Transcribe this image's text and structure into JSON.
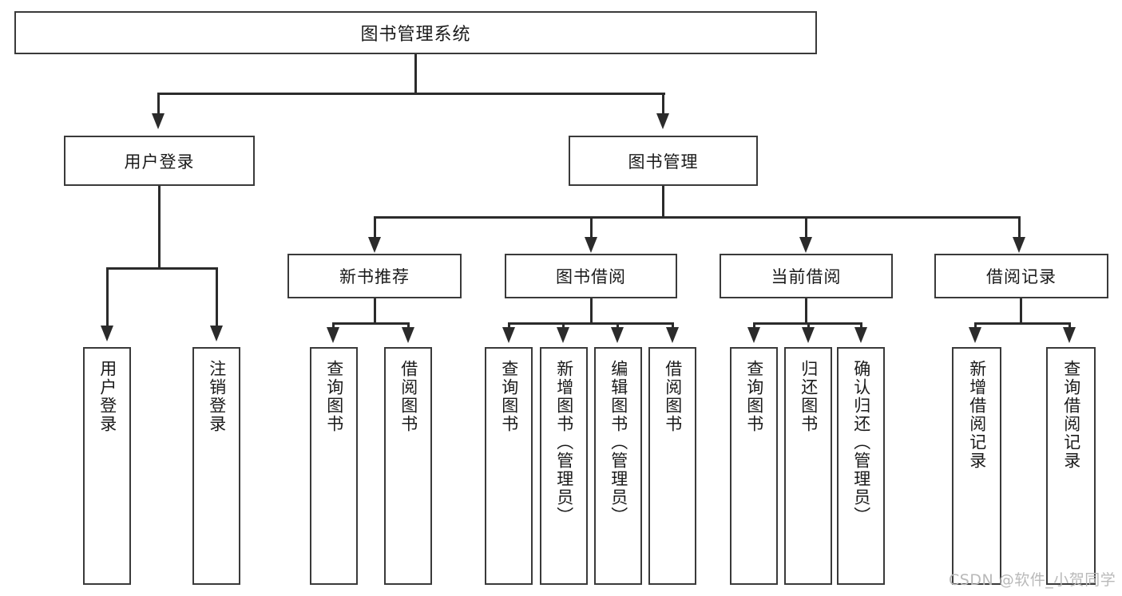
{
  "diagram": {
    "title": "图书管理系统",
    "watermark": "CSDN @软件_小贺同学"
  },
  "nodes": {
    "root": {
      "label": "图书管理系统"
    },
    "level2": [
      {
        "label": "用户登录"
      },
      {
        "label": "图书管理"
      }
    ],
    "level3": [
      {
        "label": "新书推荐"
      },
      {
        "label": "图书借阅"
      },
      {
        "label": "当前借阅"
      },
      {
        "label": "借阅记录"
      }
    ],
    "leaves": {
      "user_login": [
        {
          "label": "用户登录"
        },
        {
          "label": "注销登录"
        }
      ],
      "new_book": [
        {
          "label": "查询图书"
        },
        {
          "label": "借阅图书"
        }
      ],
      "book_borrow": [
        {
          "label": "查询图书"
        },
        {
          "label": "新增图书（管理员）"
        },
        {
          "label": "编辑图书（管理员）"
        },
        {
          "label": "借阅图书"
        }
      ],
      "current_borrow": [
        {
          "label": "查询图书"
        },
        {
          "label": "归还图书"
        },
        {
          "label": "确认归还（管理员）"
        }
      ],
      "borrow_record": [
        {
          "label": "新增借阅记录"
        },
        {
          "label": "查询借阅记录"
        }
      ]
    }
  },
  "colors": {
    "box_border": "#3a3a3a",
    "connector": "#2b2b2b",
    "background": "#ffffff",
    "text": "#1a1a1a",
    "watermark": "#b9b9b9"
  }
}
